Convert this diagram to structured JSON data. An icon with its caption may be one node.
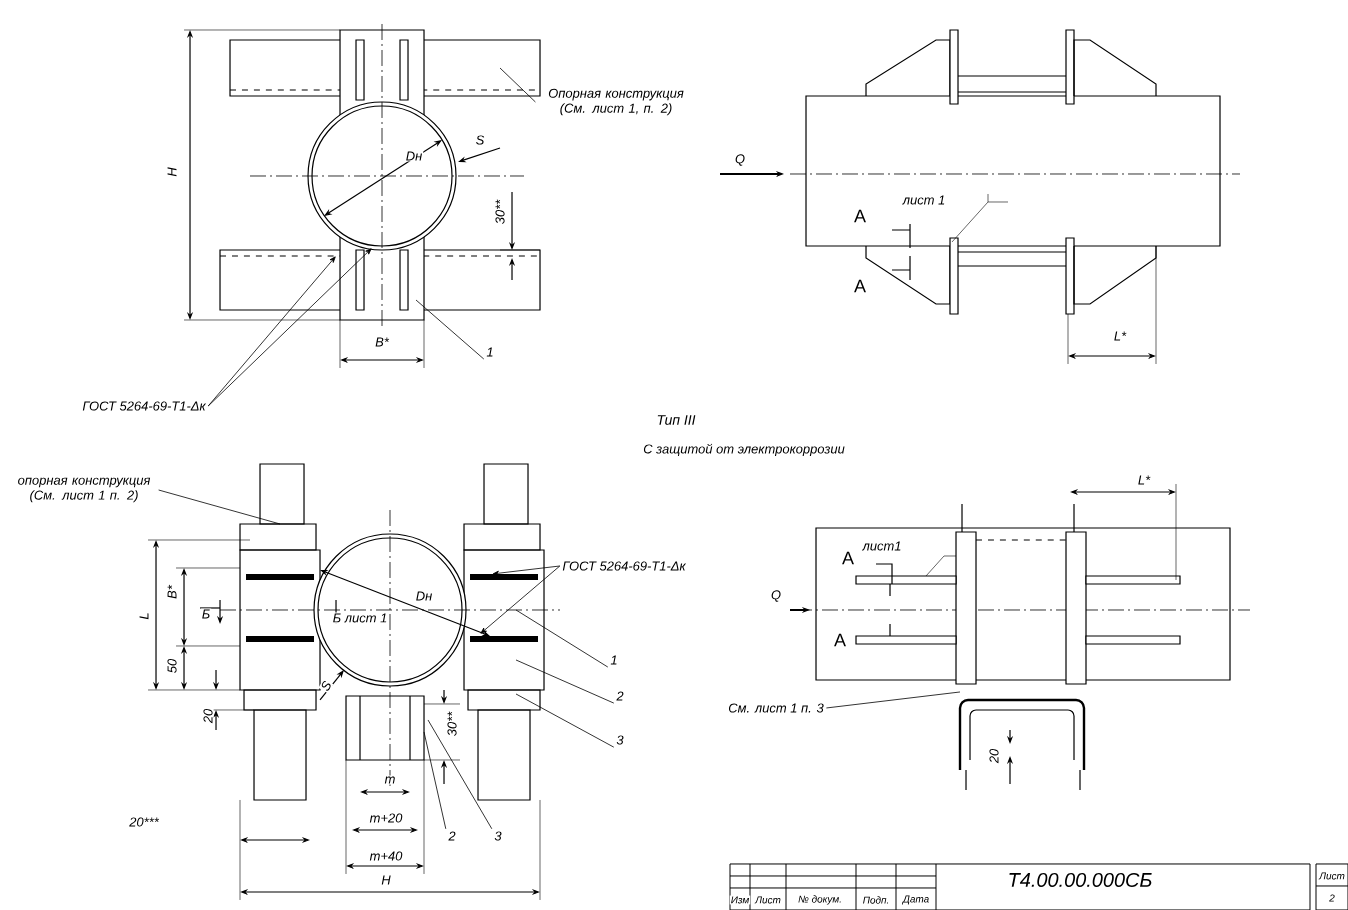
{
  "diagram": {
    "nodes": [
      {
        "text": [
          "Опорная конструкция (См. лист 1, п. 2)"
        ]
      },
      {
        "text": [
          "ГОСТ 5264-69-Т1-Δк"
        ]
      },
      {
        "text": [
          "1"
        ]
      },
      {
        "text": [
          "опорная конструкция (См. лист 1 п. 2)"
        ]
      },
      {
        "text": [
          "ГОСТ 5264-69-Т1-Δк"
        ]
      },
      {
        "text": [
          "1"
        ]
      },
      {
        "text": [
          "2"
        ]
      },
      {
        "text": [
          "3"
        ]
      },
      {
        "text": [
          "2"
        ]
      },
      {
        "text": [
          "3"
        ]
      },
      {
        "text": [
          "См. лист 1 п. 3"
        ]
      }
    ],
    "edges": [
      {
        "from": 0,
        "to": null,
        "arrow": "none"
      },
      {
        "from": 1,
        "to": null,
        "arrow": "to"
      },
      {
        "from": 1,
        "to": null,
        "arrow": "to"
      },
      {
        "from": 2,
        "to": null,
        "arrow": "none"
      },
      {
        "from": 3,
        "to": null,
        "arrow": "none"
      },
      {
        "from": 4,
        "to": null,
        "arrow": "to"
      },
      {
        "from": 4,
        "to": null,
        "arrow": "to"
      },
      {
        "from": 5,
        "to": null,
        "arrow": "none"
      },
      {
        "from": 6,
        "to": null,
        "arrow": "none"
      },
      {
        "from": 7,
        "to": null,
        "arrow": "none"
      },
      {
        "from": 8,
        "to": null,
        "arrow": "none"
      },
      {
        "from": 9,
        "to": null,
        "arrow": "none"
      },
      {
        "from": 10,
        "to": null,
        "arrow": "none"
      }
    ],
    "labels": [
      "H",
      "Dн",
      "S",
      "30**",
      "B*",
      "Q",
      "A",
      "лист 1",
      "A",
      "L*",
      "Тип III",
      "С защитой от электрокоррозии",
      "L",
      "B*",
      "Б",
      "Б лист 1",
      "Dн",
      "S",
      "50",
      "20",
      "30**",
      "m",
      "m+20",
      "m+40",
      "20***",
      "H",
      "L*",
      "A",
      "лист1",
      "Q",
      "A",
      "20",
      "Т4.00.00.000СБ",
      "Изм",
      "Лист",
      "№ докум.",
      "Подп.",
      "Дата",
      "Лист",
      "2"
    ]
  }
}
